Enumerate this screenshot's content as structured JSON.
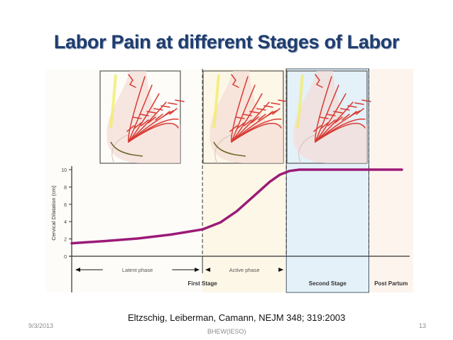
{
  "slide": {
    "title": "Labor Pain at different Stages of Labor",
    "citation": "Eltzschig, Leiberman, Camann, NEJM 348; 319:2003",
    "footer_date": "9/3/2013",
    "footer_center": "BHEW(IESO)",
    "slide_number": "13"
  },
  "chart_data": {
    "type": "line",
    "title": "",
    "xlabel": "",
    "ylabel": "Cervical Dilatation (cm)",
    "ylim": [
      0,
      10
    ],
    "yticks": [
      "0",
      "2",
      "4",
      "6",
      "8",
      "10"
    ],
    "xlim": [
      0,
      100
    ],
    "series": [
      {
        "name": "Cervical dilatation",
        "color": "#9b1b78",
        "x": [
          0,
          10,
          20,
          30,
          39.6,
          45,
          50,
          55,
          60,
          63,
          66,
          69,
          72,
          100
        ],
        "y": [
          1.5,
          1.75,
          2.05,
          2.5,
          3.1,
          3.9,
          5.2,
          6.9,
          8.6,
          9.4,
          9.85,
          10,
          10,
          10
        ]
      }
    ],
    "stage_boundaries": [
      39.6,
      65,
      90
    ],
    "phase_labels": [
      "Latent phase",
      "Active phase"
    ],
    "stage_labels": [
      "First Stage",
      "Second Stage",
      "Post Partum"
    ],
    "region_colors": {
      "latent": "#fdfcf8",
      "active": "#fdf7e8",
      "second": "#e4f1f8",
      "postpartum": "#fdf4ee"
    },
    "grid": false
  }
}
